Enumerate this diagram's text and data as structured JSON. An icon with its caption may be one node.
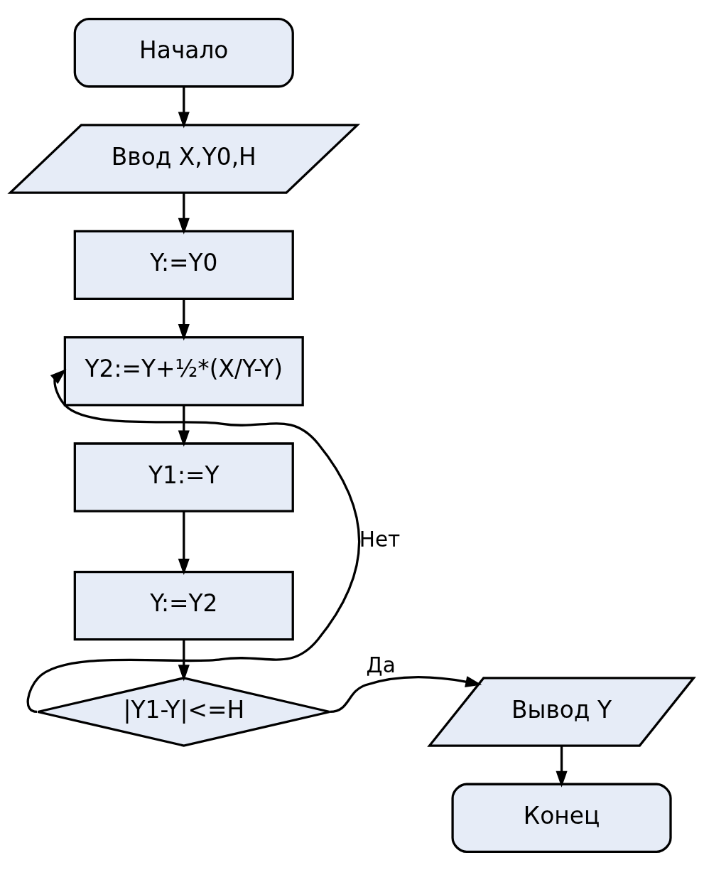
{
  "diagram": {
    "nodes": [
      {
        "text": [
          "Начало"
        ]
      },
      {
        "text": [
          "Ввод X,Y0,H"
        ]
      },
      {
        "text": [
          "Y:=Y0"
        ]
      },
      {
        "text": [
          "Y2:=Y+½*(X/Y-Y)"
        ]
      },
      {
        "text": [
          "Y1:=Y"
        ]
      },
      {
        "text": [
          "Y:=Y2"
        ]
      },
      {
        "text": [
          "|Y1-Y|<=H"
        ]
      },
      {
        "text": [
          "Вывод Y"
        ]
      },
      {
        "text": [
          "Конец"
        ]
      }
    ],
    "edges": [
      {
        "from": 0,
        "to": 1,
        "arrow": "to"
      },
      {
        "from": 1,
        "to": 2,
        "arrow": "to"
      },
      {
        "from": 2,
        "to": 3,
        "arrow": "to"
      },
      {
        "from": 3,
        "to": 4,
        "arrow": "to"
      },
      {
        "from": 4,
        "to": 5,
        "arrow": "to"
      },
      {
        "from": 5,
        "to": 6,
        "arrow": "to"
      },
      {
        "from": 6,
        "to": 7,
        "arrow": "to",
        "label": "Да"
      },
      {
        "from": 7,
        "to": 8,
        "arrow": "to"
      },
      {
        "from": 6,
        "to": 3,
        "arrow": "to",
        "label": "Нет"
      }
    ]
  }
}
